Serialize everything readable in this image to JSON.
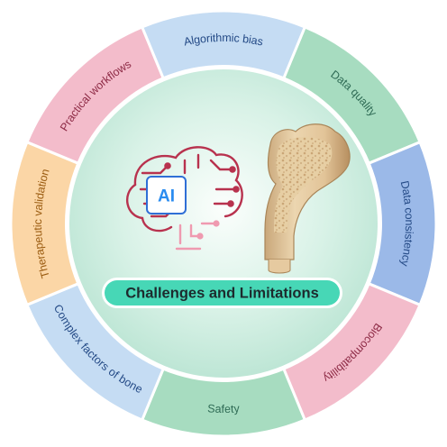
{
  "segments": [
    {
      "label": "Data quality",
      "fill": "#a7dcc0",
      "text": "#2f6b55"
    },
    {
      "label": "Data consistency",
      "fill": "#9bb9e8",
      "text": "#244a86"
    },
    {
      "label": "Biocompatibility",
      "fill": "#f3bccb",
      "text": "#8e2b46"
    },
    {
      "label": "Safety",
      "fill": "#a7dcc0",
      "text": "#2f6b55"
    },
    {
      "label": "Complex factors of bone",
      "fill": "#c5dcf3",
      "text": "#244a86"
    },
    {
      "label": "Therapeutic validation",
      "fill": "#fbd6a6",
      "text": "#9a5b10"
    },
    {
      "label": "Practical workflows",
      "fill": "#f3bccb",
      "text": "#8e2b46"
    },
    {
      "label": "Algorithmic bias",
      "fill": "#c5dcf3",
      "text": "#244a86"
    }
  ],
  "center": {
    "title": "Challenges and Limitations",
    "chip_label": "AI",
    "brain_icon": "brain-circuit-icon",
    "bone_icon": "femur-bone-icon",
    "pill_color": "#47d7b6"
  }
}
